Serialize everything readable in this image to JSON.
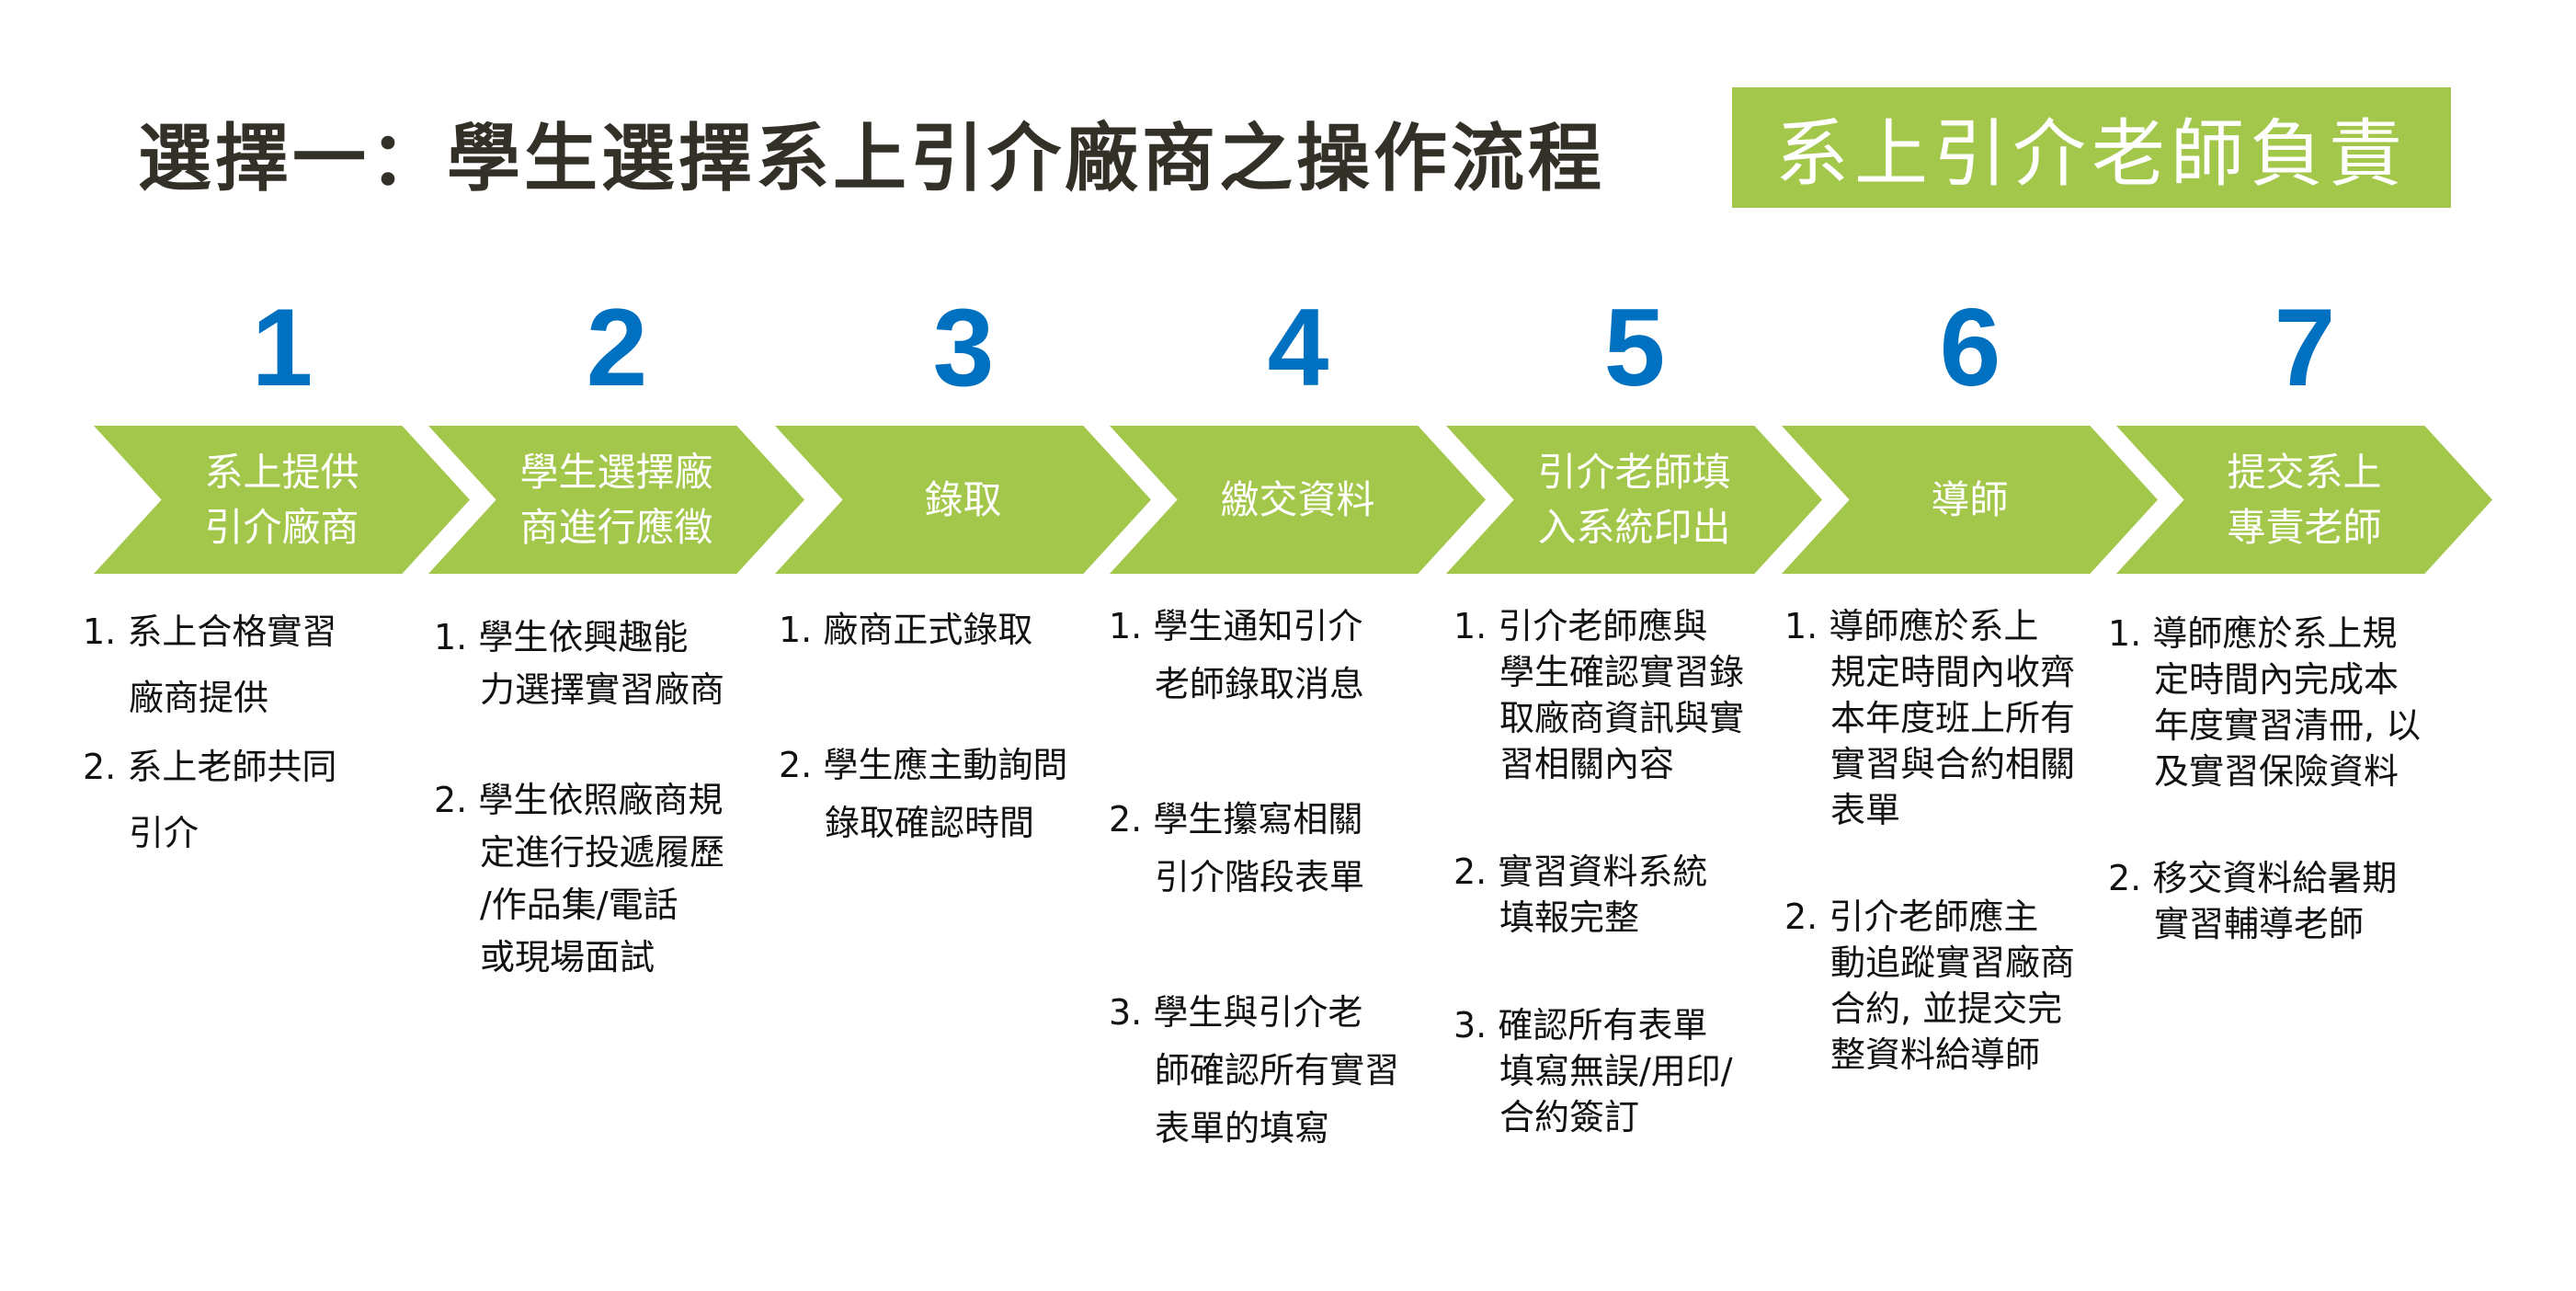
{
  "title": "選擇一：學生選擇系上引介廠商之操作流程",
  "badge": "系上引介老師負責",
  "colors": {
    "green": "#a3c74a",
    "blue": "#0070c0",
    "text": "#333028"
  },
  "steps": [
    {
      "number": "1",
      "label": [
        "系上提供",
        "引介廠商"
      ]
    },
    {
      "number": "2",
      "label": [
        "學生選擇廠",
        "商進行應徵"
      ]
    },
    {
      "number": "3",
      "label": [
        "錄取"
      ]
    },
    {
      "number": "4",
      "label": [
        "繳交資料"
      ]
    },
    {
      "number": "5",
      "label": [
        "引介老師填",
        "入系統印出"
      ]
    },
    {
      "number": "6",
      "label": [
        "導師"
      ]
    },
    {
      "number": "7",
      "label": [
        "提交系上",
        "專責老師"
      ]
    }
  ],
  "columns": [
    {
      "items": [
        {
          "lines": [
            "1. 系上合格實習",
            "廠商提供"
          ]
        },
        {
          "lines": [
            "2. 系上老師共同",
            "引介"
          ]
        }
      ]
    },
    {
      "items": [
        {
          "lines": [
            "1. 學生依興趣能",
            "力選擇實習廠商"
          ]
        },
        {
          "lines": [
            "2. 學生依照廠商規",
            "定進行投遞履歷",
            "/作品集/電話",
            "或現場面試"
          ]
        }
      ]
    },
    {
      "items": [
        {
          "lines": [
            "1. 廠商正式錄取"
          ]
        },
        {
          "lines": [
            "2. 學生應主動詢問",
            "錄取確認時間"
          ]
        }
      ]
    },
    {
      "items": [
        {
          "lines": [
            "1. 學生通知引介",
            "老師錄取消息"
          ]
        },
        {
          "lines": [
            "2. 學生攥寫相關",
            "引介階段表單"
          ]
        },
        {
          "lines": [
            "3. 學生與引介老",
            "師確認所有實習",
            "表單的填寫"
          ]
        }
      ]
    },
    {
      "items": [
        {
          "lines": [
            "1. 引介老師應與",
            "學生確認實習錄",
            "取廠商資訊與實",
            "習相關內容"
          ]
        },
        {
          "lines": [
            "2. 實習資料系統",
            "填報完整"
          ]
        },
        {
          "lines": [
            "3. 確認所有表單",
            "填寫無誤/用印/",
            "合約簽訂"
          ]
        }
      ]
    },
    {
      "items": [
        {
          "lines": [
            "1. 導師應於系上",
            "規定時間內收齊",
            "本年度班上所有",
            "實習與合約相關",
            "表單"
          ]
        },
        {
          "lines": [
            "2. 引介老師應主",
            "動追蹤實習廠商",
            "合約, 並提交完",
            "整資料給導師"
          ]
        }
      ]
    },
    {
      "items": [
        {
          "lines": [
            "1. 導師應於系上規",
            "定時間內完成本",
            "年度實習清冊, 以",
            "及實習保險資料"
          ]
        },
        {
          "lines": [
            "2. 移交資料給暑期",
            "實習輔導老師"
          ]
        }
      ]
    }
  ]
}
